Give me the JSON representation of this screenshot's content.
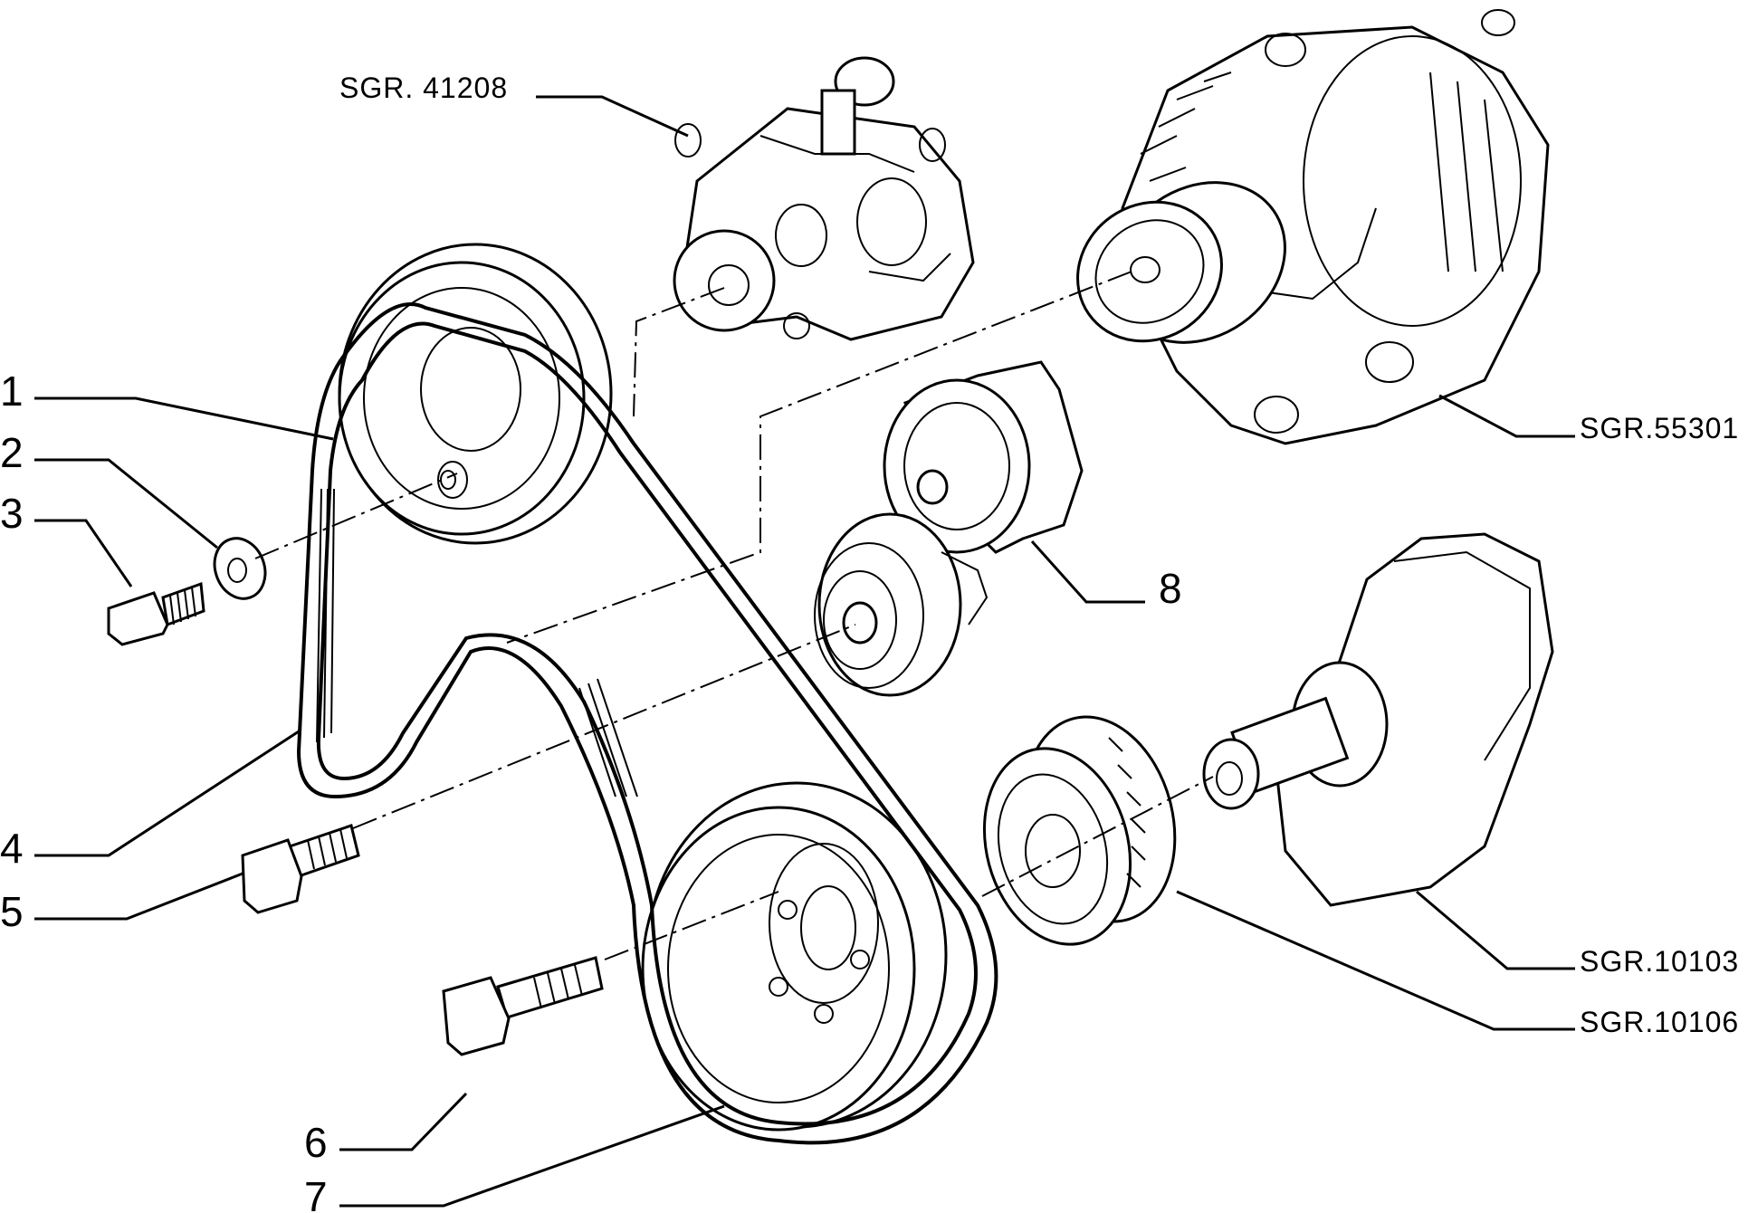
{
  "callouts": {
    "c1": "1",
    "c2": "2",
    "c3": "3",
    "c4": "4",
    "c5": "5",
    "c6": "6",
    "c7": "7",
    "c8": "8"
  },
  "references": {
    "power_steering_pump": "SGR. 41208",
    "alternator": "SGR.55301",
    "crankshaft": "SGR.10103",
    "crankshaft_pulley_ring": "SGR.10106"
  }
}
